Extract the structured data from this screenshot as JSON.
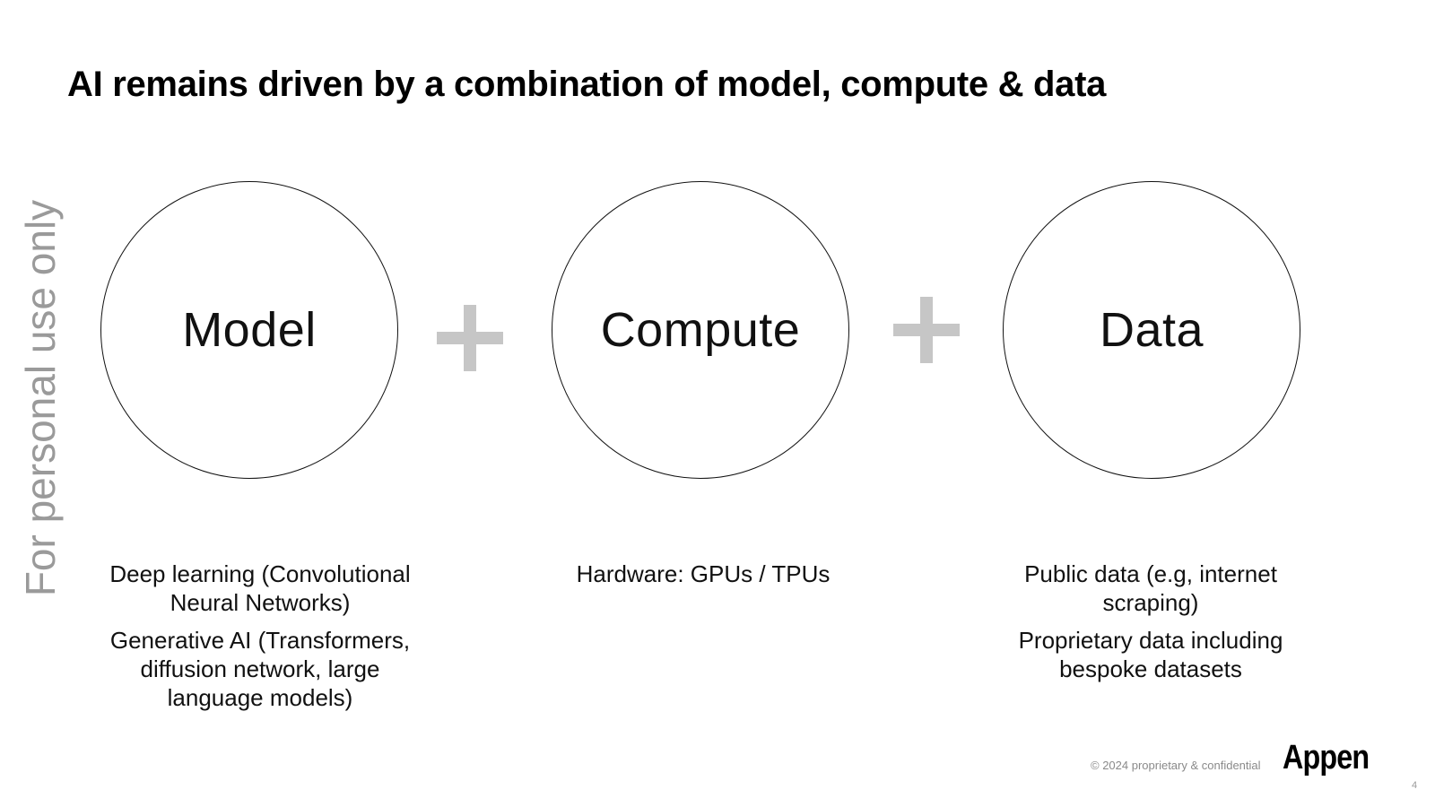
{
  "slide": {
    "title": "AI remains driven by a combination of model, compute & data",
    "watermark": "For personal use only"
  },
  "pillars": {
    "model": {
      "label": "Model",
      "items": [
        "Deep learning (Convolutional Neural Networks)",
        "Generative AI (Transformers, diffusion network, large language models)"
      ]
    },
    "compute": {
      "label": "Compute",
      "items": [
        "Hardware: GPUs / TPUs"
      ]
    },
    "data": {
      "label": "Data",
      "items": [
        "Public data (e.g, internet scraping)",
        "Proprietary data including bespoke datasets"
      ]
    }
  },
  "footer": {
    "copyright": "© 2024 proprietary & confidential",
    "logo": "Appen",
    "page_number": "4"
  },
  "colors": {
    "plus_sign": "#c6c6c6",
    "watermark": "#9a9a9a",
    "text": "#111111"
  }
}
